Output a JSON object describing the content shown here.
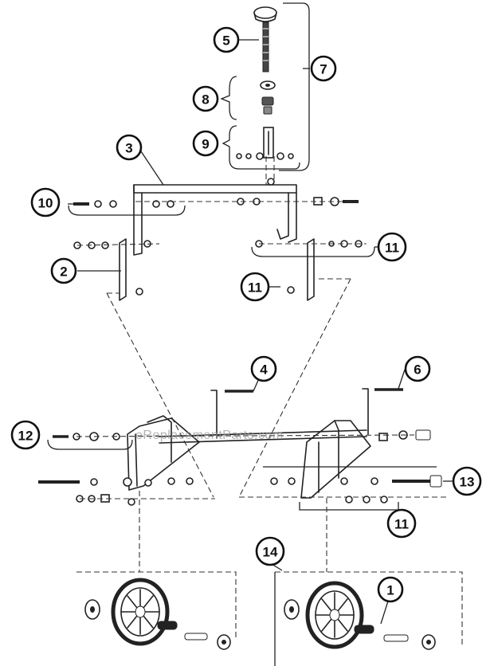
{
  "watermark": "eReplacementParts.com",
  "callouts": [
    {
      "id": "callout-5",
      "label": "5"
    },
    {
      "id": "callout-7",
      "label": "7"
    },
    {
      "id": "callout-8",
      "label": "8"
    },
    {
      "id": "callout-9",
      "label": "9"
    },
    {
      "id": "callout-3",
      "label": "3"
    },
    {
      "id": "callout-10",
      "label": "10"
    },
    {
      "id": "callout-2",
      "label": "2"
    },
    {
      "id": "callout-11a",
      "label": "11"
    },
    {
      "id": "callout-11b",
      "label": "11"
    },
    {
      "id": "callout-4",
      "label": "4"
    },
    {
      "id": "callout-6",
      "label": "6"
    },
    {
      "id": "callout-12",
      "label": "12"
    },
    {
      "id": "callout-13",
      "label": "13"
    },
    {
      "id": "callout-11c",
      "label": "11"
    },
    {
      "id": "callout-14",
      "label": "14"
    },
    {
      "id": "callout-1",
      "label": "1"
    }
  ]
}
